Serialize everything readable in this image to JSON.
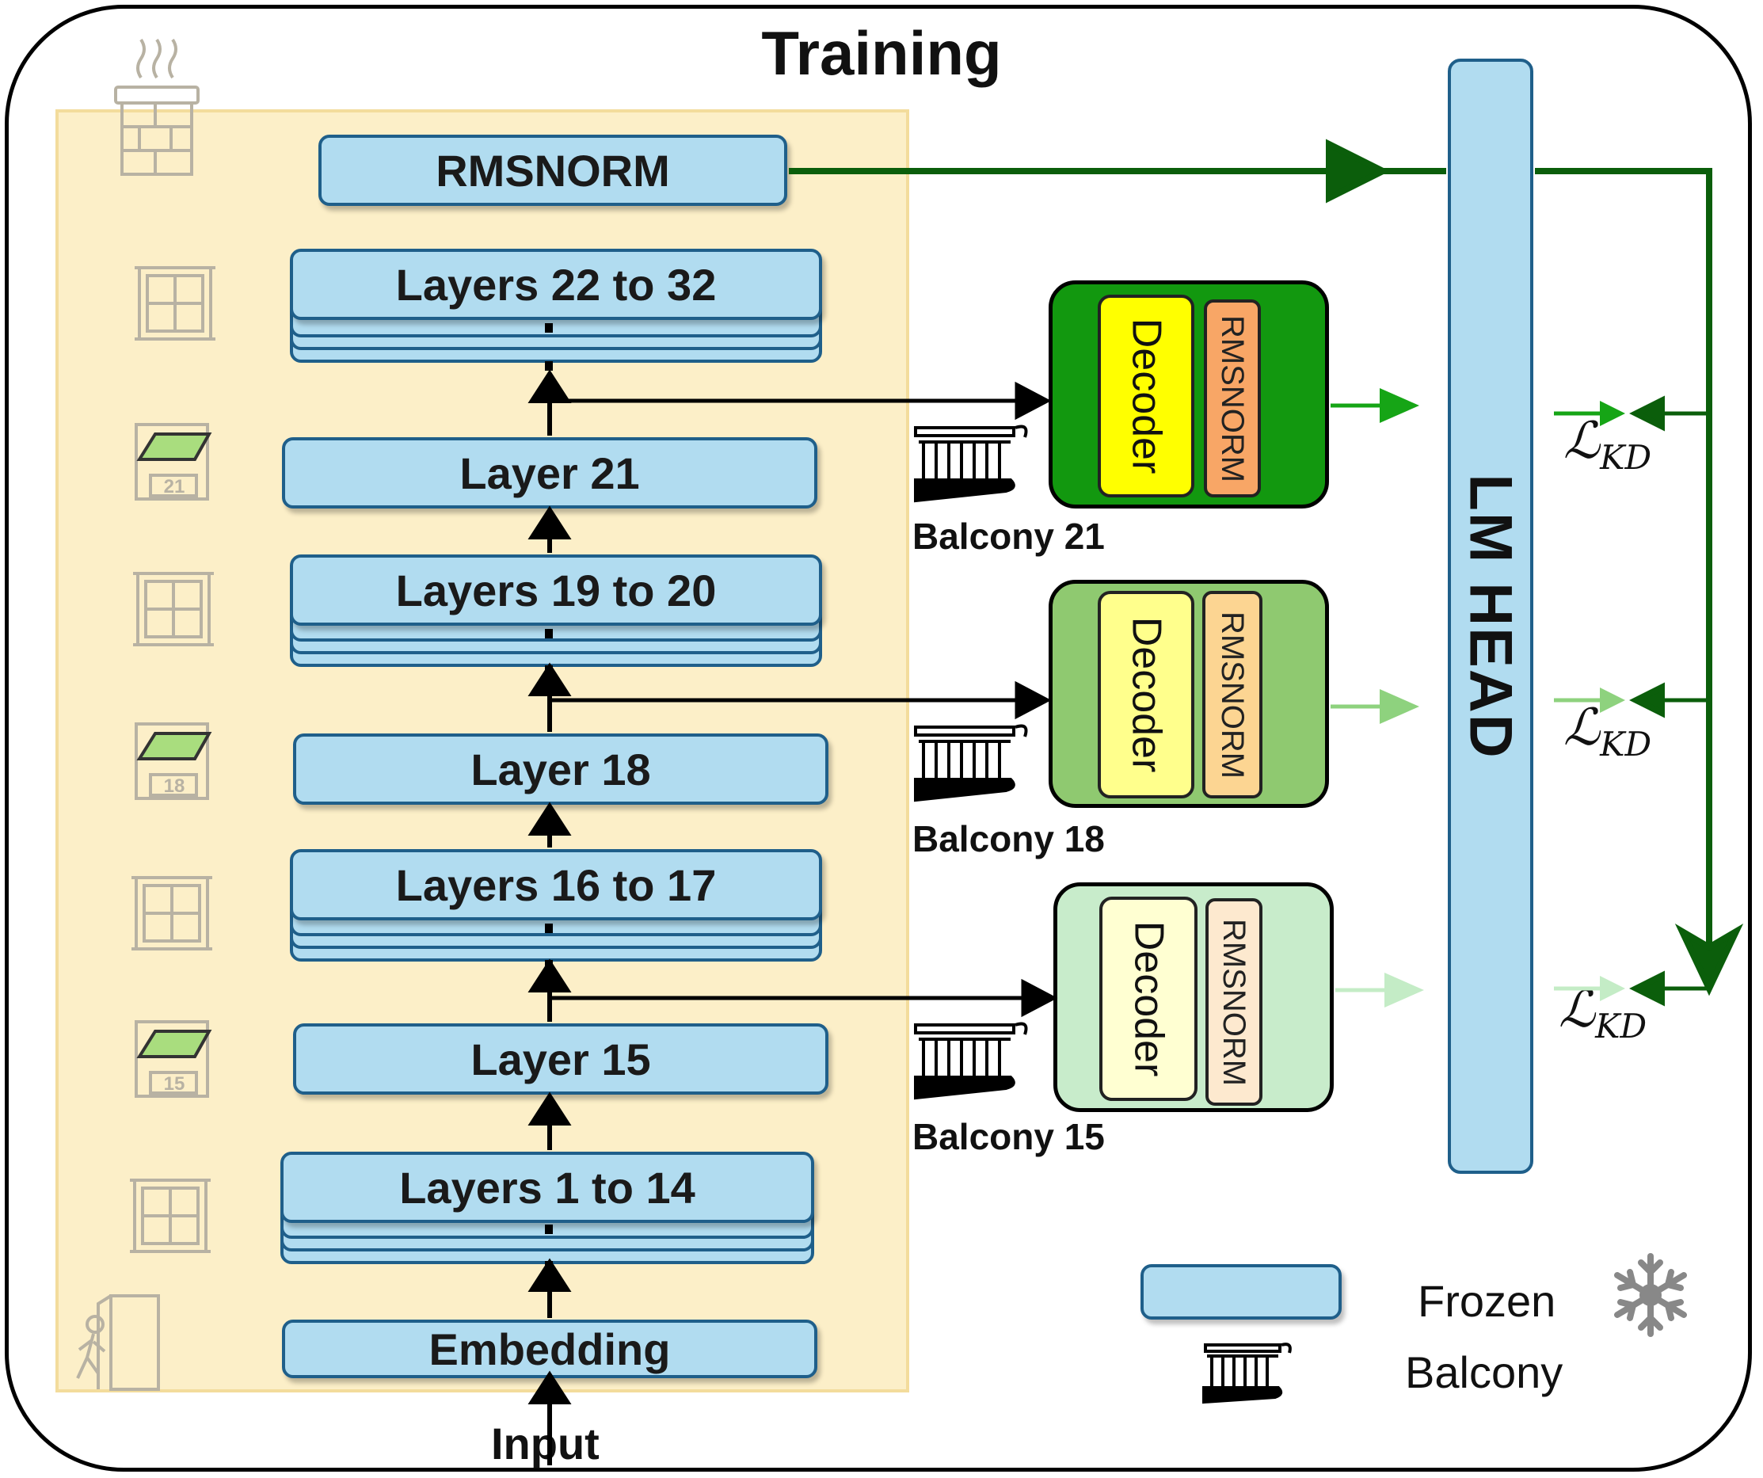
{
  "title": "Training",
  "input_label": "Input",
  "embedding_label": "Embedding",
  "final_norm_label": "RMSNORM",
  "lm_head_label": "LM HEAD",
  "layers": [
    {
      "label": "Layers 22 to 32",
      "stacked": true
    },
    {
      "label": "Layer 21",
      "stacked": false
    },
    {
      "label": "Layers 19 to 20",
      "stacked": true
    },
    {
      "label": "Layer 18",
      "stacked": false
    },
    {
      "label": "Layers 16 to 17",
      "stacked": true
    },
    {
      "label": "Layer 15",
      "stacked": false
    },
    {
      "label": "Layers 1 to 14",
      "stacked": true
    }
  ],
  "balconies": [
    {
      "label": "Balcony 21",
      "decoder": "Decoder",
      "norm": "RMSNORM",
      "fill": "#12980f",
      "decoder_fill": "#ffff00",
      "norm_fill": "#f8a666",
      "arrow_color": "#16a516"
    },
    {
      "label": "Balcony 18",
      "decoder": "Decoder",
      "norm": "RMSNORM",
      "fill": "#8fc970",
      "decoder_fill": "#ffff8c",
      "norm_fill": "#fcd592",
      "arrow_color": "#8ed27e"
    },
    {
      "label": "Balcony 15",
      "decoder": "Decoder",
      "norm": "RMSNORM",
      "fill": "#c8eccb",
      "decoder_fill": "#ffffd2",
      "norm_fill": "#fde9cf",
      "arrow_color": "#c4ecc6"
    }
  ],
  "loss_label": {
    "symbol": "ℒ",
    "subscript": "KD"
  },
  "window_numbers": [
    "21",
    "18",
    "15"
  ],
  "legend": {
    "frozen": "Frozen",
    "balcony": "Balcony"
  },
  "colors": {
    "frozen_block": "#b1dcf0",
    "block_border": "#1f5f8a",
    "tower_bg": "#fcefc8",
    "teacher_arrow": "#0b5e0b"
  },
  "icons": [
    "chimney-icon",
    "window-icon",
    "open-window-icon",
    "door-exit-icon",
    "balcony-icon",
    "snowflake-icon"
  ]
}
